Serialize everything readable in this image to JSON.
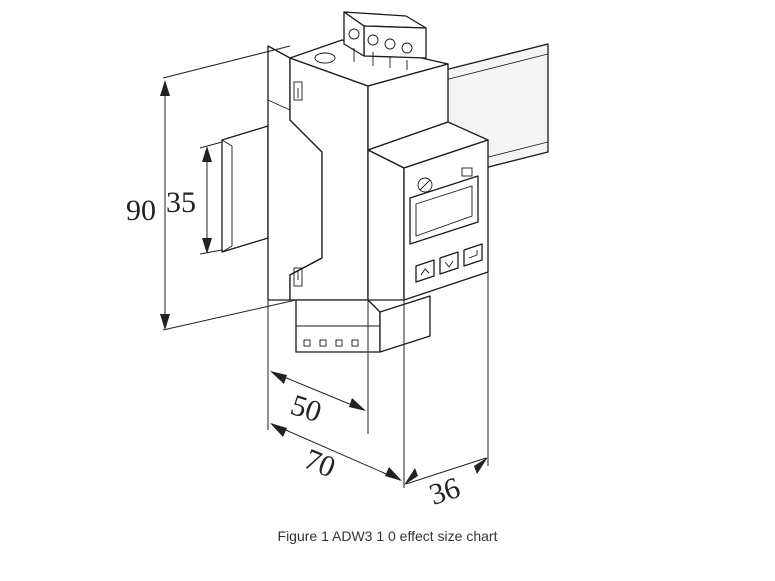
{
  "dimensions": {
    "total_height": "90",
    "rail_height": "35",
    "width_inner": "50",
    "width_outer": "70",
    "depth": "36"
  },
  "caption": "Figure 1 ADW3 1 0 effect size chart"
}
